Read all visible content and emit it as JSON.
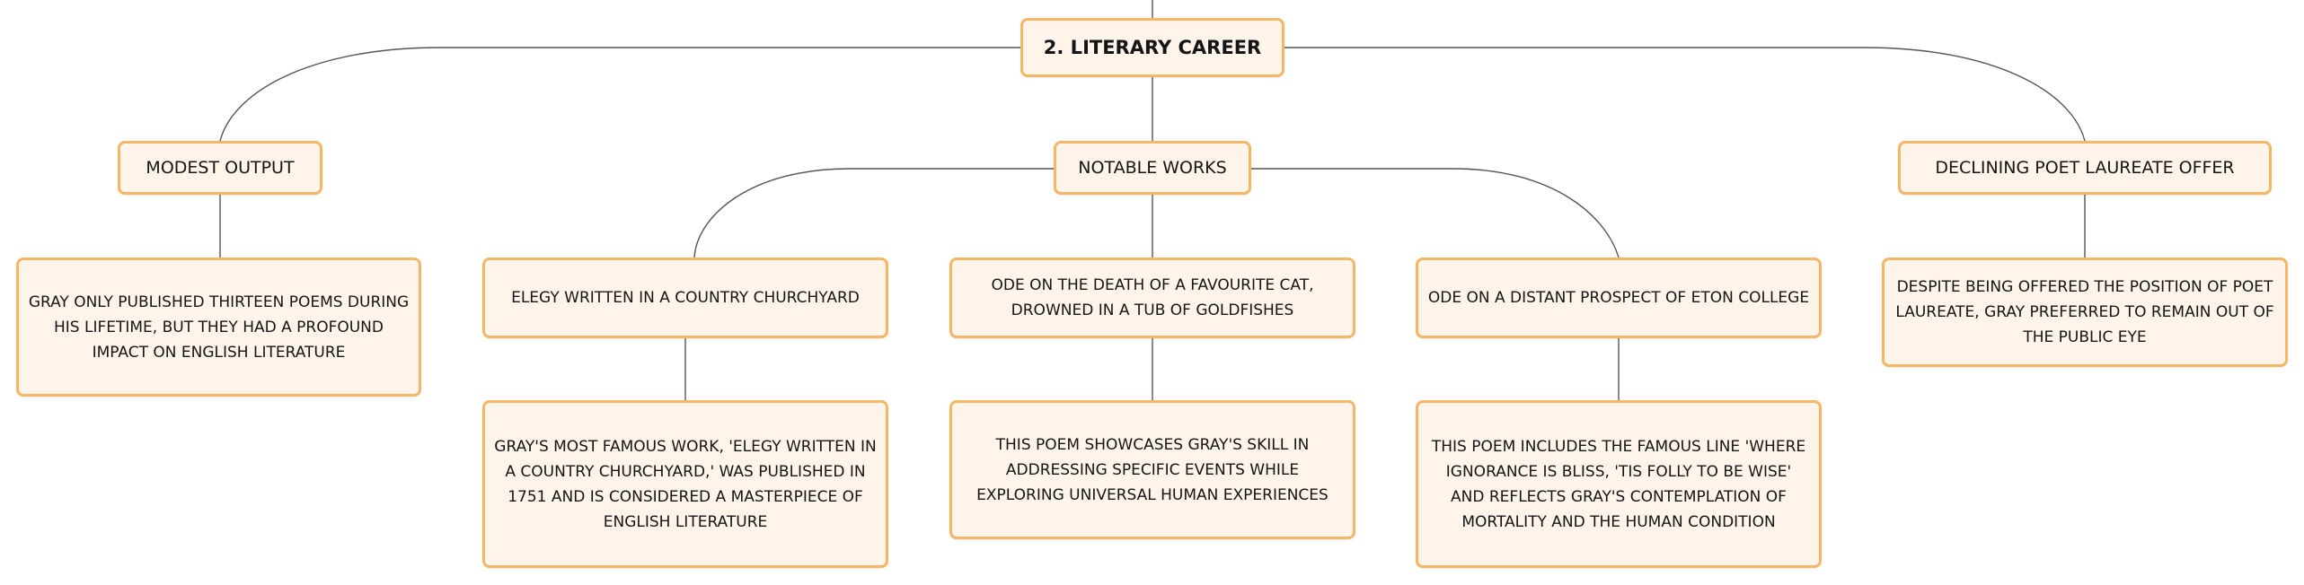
{
  "diagram": {
    "root": {
      "label": "2. Literary Career"
    },
    "branches": [
      {
        "label": "Modest Output",
        "children": [
          {
            "label": "Gray only published thirteen poems during his lifetime, but they had a profound impact on English literature"
          }
        ]
      },
      {
        "label": "Notable Works",
        "children": [
          {
            "label": "Elegy Written in a Country Churchyard",
            "children": [
              {
                "label": "Gray's most famous work, 'Elegy Written in a Country Churchyard,' was published in 1751 and is considered a masterpiece of English literature"
              }
            ]
          },
          {
            "label": "Ode on the Death of a Favourite Cat, Drowned in a Tub of Goldfishes",
            "children": [
              {
                "label": "This poem showcases Gray's skill in addressing specific events while exploring universal human experiences"
              }
            ]
          },
          {
            "label": "Ode on a Distant Prospect of Eton College",
            "children": [
              {
                "label": "This poem includes the famous line 'Where ignorance is bliss, 'tis folly to be wise' and reflects Gray's contemplation of mortality and the human condition"
              }
            ]
          }
        ]
      },
      {
        "label": "Declining Poet Laureate Offer",
        "children": [
          {
            "label": "Despite being offered the position of Poet Laureate, Gray preferred to remain out of the public eye"
          }
        ]
      }
    ]
  }
}
